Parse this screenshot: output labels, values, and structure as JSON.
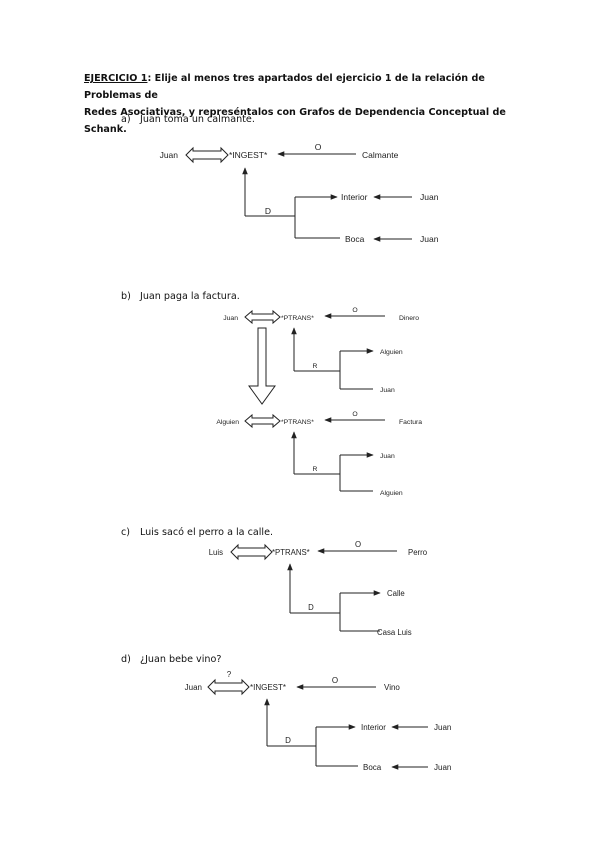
{
  "heading": {
    "label": "EJERCICIO 1",
    "text_line1": ": Elije al menos tres apartados del ejercicio 1 de la relación de Problemas de",
    "text_line2": "Redes Asociativas, y represéntalos con Grafos de Dependencia Conceptual de Schank."
  },
  "items": [
    {
      "letter": "a)",
      "sentence": "Juan toma un calmante.",
      "actor": "Juan",
      "act": "*INGEST*",
      "object_rel": "O",
      "object": "Calmante",
      "case_rel": "D",
      "to": "Interior",
      "to_src": "Juan",
      "from": "Boca",
      "from_src": "Juan"
    },
    {
      "letter": "b)",
      "sentence": "Juan paga la factura.",
      "first": {
        "actor": "Juan",
        "act": "*PTRANS*",
        "object_rel": "O",
        "object": "Dinero",
        "case_rel": "R",
        "to": "Alguien",
        "from": "Juan"
      },
      "second": {
        "actor": "Alguien",
        "act": "*PTRANS*",
        "object_rel": "O",
        "object": "Factura",
        "case_rel": "R",
        "to": "Juan",
        "from": "Alguien"
      }
    },
    {
      "letter": "c)",
      "sentence": "Luis sacó el perro a la calle.",
      "actor": "Luis",
      "act": "*PTRANS*",
      "object_rel": "O",
      "object": "Perro",
      "case_rel": "D",
      "to": "Calle",
      "from": "Casa Luis"
    },
    {
      "letter": "d)",
      "sentence": "¿Juan bebe vino?",
      "actor": "Juan",
      "question": "?",
      "act": "*INGEST*",
      "object_rel": "O",
      "object": "Vino",
      "case_rel": "D",
      "to": "Interior",
      "to_src": "Juan",
      "from": "Boca",
      "from_src": "Juan"
    }
  ]
}
